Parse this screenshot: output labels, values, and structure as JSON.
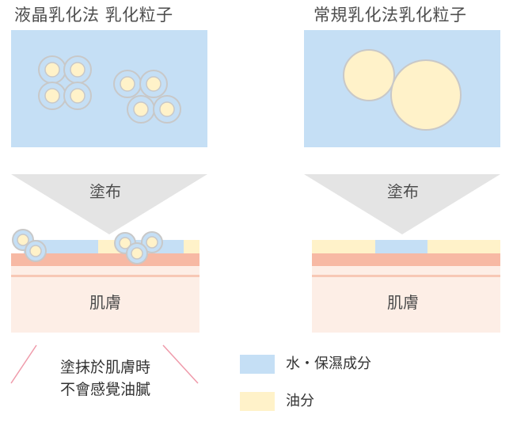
{
  "panels": {
    "left_title": "液晶乳化法  乳化粒子",
    "right_title": "常規乳化法乳化粒子"
  },
  "arrow_labels": {
    "left": "塗布",
    "right": "塗布"
  },
  "skin_labels": {
    "left": "肌膚",
    "right": "肌膚"
  },
  "note": {
    "line1": "塗抹於肌膚時",
    "line2": "不會感覺油膩"
  },
  "legend": {
    "water_label": "水・保濕成分",
    "oil_label": "油分"
  },
  "colors": {
    "water": "#c5dff5",
    "oil": "#fff2c9",
    "particle_ring": "#c8c8c8",
    "skin_top": "#f7b9a4",
    "skin_body": "#fdeee6",
    "arrow": "#e4e4e4",
    "note_lines": "#ef9aaa"
  }
}
